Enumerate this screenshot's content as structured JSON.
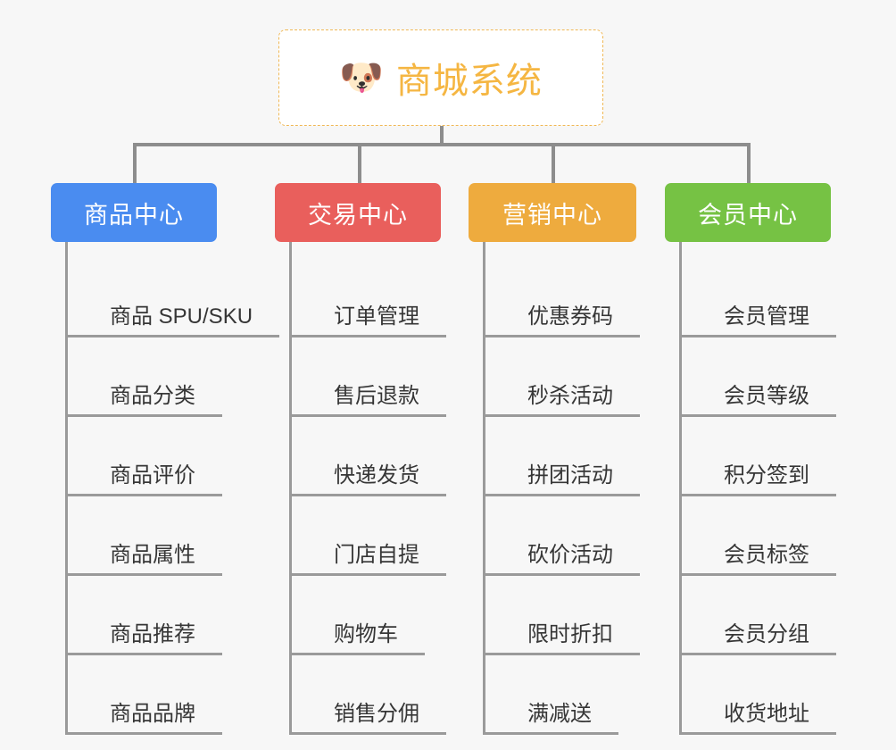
{
  "diagram": {
    "background": "#f7f7f7",
    "root": {
      "icon": "dog-face-icon",
      "icon_glyph": "🐶",
      "title": "商城系统",
      "title_color": "#f5b642",
      "border_color": "#f0b855"
    },
    "connector_color": "#8d8d8d",
    "leaf_line_color": "#9a9a9a",
    "leaf_text_color": "#363636",
    "columns": [
      {
        "id": "product-center",
        "header": "商品中心",
        "color": "#4a8cf0",
        "items": [
          "商品 SPU/SKU",
          "商品分类",
          "商品评价",
          "商品属性",
          "商品推荐",
          "商品品牌"
        ]
      },
      {
        "id": "trade-center",
        "header": "交易中心",
        "color": "#e95f5c",
        "items": [
          "订单管理",
          "售后退款",
          "快递发货",
          "门店自提",
          "购物车",
          "销售分佣"
        ]
      },
      {
        "id": "marketing-center",
        "header": "营销中心",
        "color": "#eeab3e",
        "items": [
          "优惠券码",
          "秒杀活动",
          "拼团活动",
          "砍价活动",
          "限时折扣",
          "满减送"
        ]
      },
      {
        "id": "member-center",
        "header": "会员中心",
        "color": "#76c244",
        "items": [
          "会员管理",
          "会员等级",
          "积分签到",
          "会员标签",
          "会员分组",
          "收货地址"
        ]
      }
    ]
  }
}
